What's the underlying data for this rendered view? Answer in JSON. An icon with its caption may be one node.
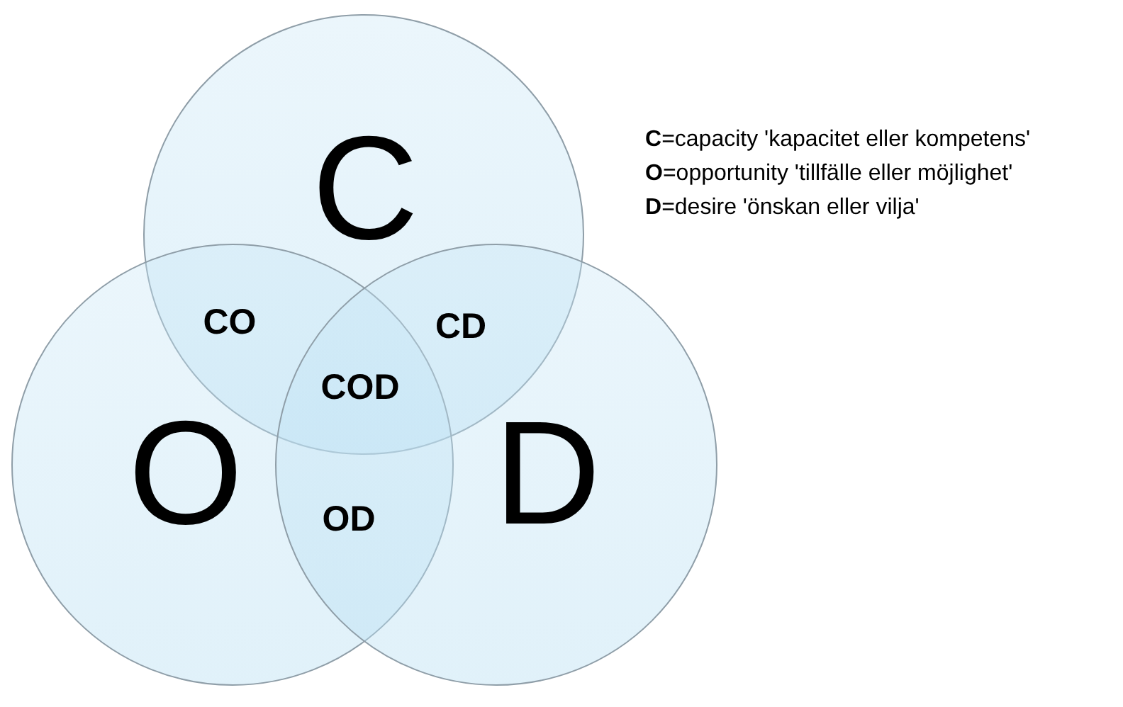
{
  "diagram": {
    "nodes": [
      {
        "text": [
          "C"
        ]
      },
      {
        "text": [
          "O"
        ]
      },
      {
        "text": [
          "D"
        ]
      }
    ],
    "labels": [
      "CO",
      "CD",
      "COD",
      "OD",
      "**C**=capacity 'kapacitet eller kompetens'",
      "**O**=opportunity 'tillfälle eller möjlighet'",
      "**D**=desire 'önskan eller vilja'"
    ]
  }
}
